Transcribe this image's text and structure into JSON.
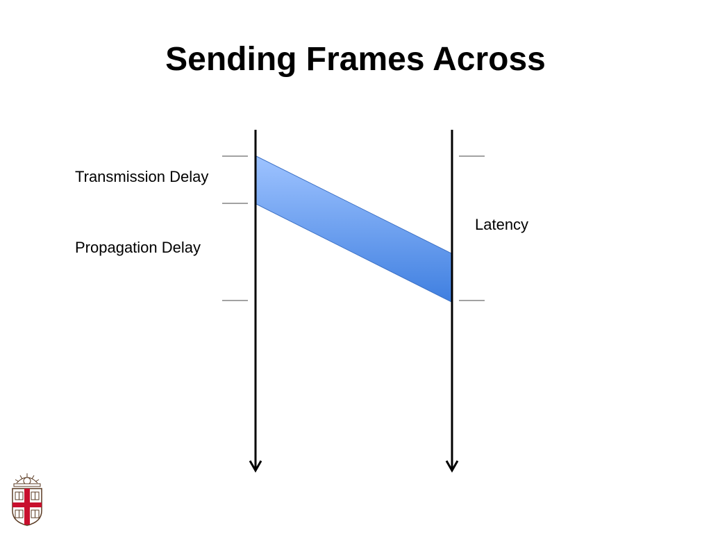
{
  "slide": {
    "title": "Sending Frames Across"
  },
  "labels": {
    "transmission_delay": "Transmission Delay",
    "propagation_delay": "Propagation Delay",
    "latency": "Latency"
  },
  "colors": {
    "frame_fill_light": "#9ec3ff",
    "frame_fill_dark": "#3f7fe0",
    "frame_stroke": "#3a6fc4",
    "timeline": "#000000",
    "logo_red": "#c8102e",
    "logo_brown": "#5a3a22"
  },
  "icons": {
    "logo": "university-shield-icon"
  }
}
